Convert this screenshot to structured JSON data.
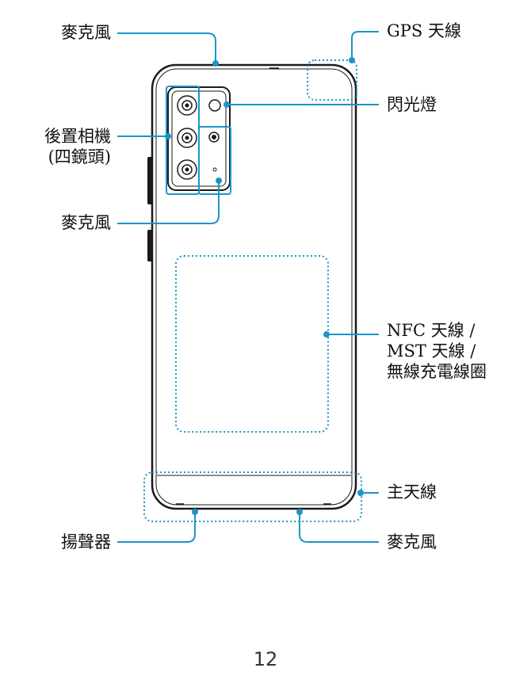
{
  "labels": {
    "mic_top": "麥克風",
    "gps_antenna": "GPS 天線",
    "flash": "閃光燈",
    "rear_camera_line1": "後置相機",
    "rear_camera_line2": "(四鏡頭)",
    "mic_camera": "麥克風",
    "nfc_line1": "NFC 天線 /",
    "nfc_line2": "MST 天線 /",
    "nfc_line3": "無線充電線圈",
    "main_antenna": "主天線",
    "speaker": "揚聲器",
    "mic_bottom": "麥克風"
  },
  "page_number": "12",
  "colors": {
    "callout": "#1b95c9",
    "outline": "#1a1a1a"
  }
}
